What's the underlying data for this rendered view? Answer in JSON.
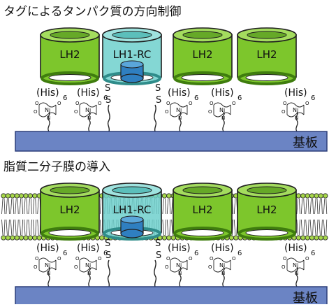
{
  "panels": [
    {
      "title": "タグによるタンパク質の方向制御",
      "has_membrane": false,
      "proteins": [
        {
          "label": "LH2",
          "type": "LH2"
        },
        {
          "label": "LH1-RC",
          "type": "LH1-RC"
        },
        {
          "label": "LH2",
          "type": "LH2"
        },
        {
          "label": "LH2",
          "type": "LH2"
        }
      ],
      "tags": [
        {
          "his": "(His)",
          "sub": "6"
        },
        {
          "his": "(His)",
          "sub": "6"
        },
        {
          "his": "(His)",
          "sub": "6"
        },
        {
          "his": "(His)",
          "sub": "6"
        },
        {
          "his": "(His)",
          "sub": "6"
        }
      ],
      "sulfur": [
        "S",
        "S",
        "S",
        "S"
      ],
      "complex_atoms": {
        "n": "N",
        "ni": "Ni",
        "o": "O"
      },
      "substrate_label": "基板"
    },
    {
      "title": "脂質二分子膜の導入",
      "has_membrane": true,
      "proteins": [
        {
          "label": "LH2",
          "type": "LH2"
        },
        {
          "label": "LH1-RC",
          "type": "LH1-RC"
        },
        {
          "label": "LH2",
          "type": "LH2"
        },
        {
          "label": "LH2",
          "type": "LH2"
        }
      ],
      "tags": [
        {
          "his": "(His)",
          "sub": "6"
        },
        {
          "his": "(His)",
          "sub": "6"
        },
        {
          "his": "(His)",
          "sub": "6"
        },
        {
          "his": "(His)",
          "sub": "6"
        },
        {
          "his": "(His)",
          "sub": "6"
        }
      ],
      "sulfur": [
        "S",
        "S",
        "S",
        "S"
      ],
      "complex_atoms": {
        "n": "N",
        "ni": "Ni",
        "o": "O"
      },
      "substrate_label": "基板"
    }
  ],
  "colors": {
    "lh2_fill": "#7dc62c",
    "lh2_dark": "#3f7d0e",
    "lh1_fill": "#6fd0cc",
    "lh1_dark": "#2f8c8a",
    "rc_fill": "#2f7fc0",
    "substrate_fill": "#6b84c4",
    "substrate_stroke": "#2d3f7a",
    "lipid_head": "#a7d84a"
  }
}
